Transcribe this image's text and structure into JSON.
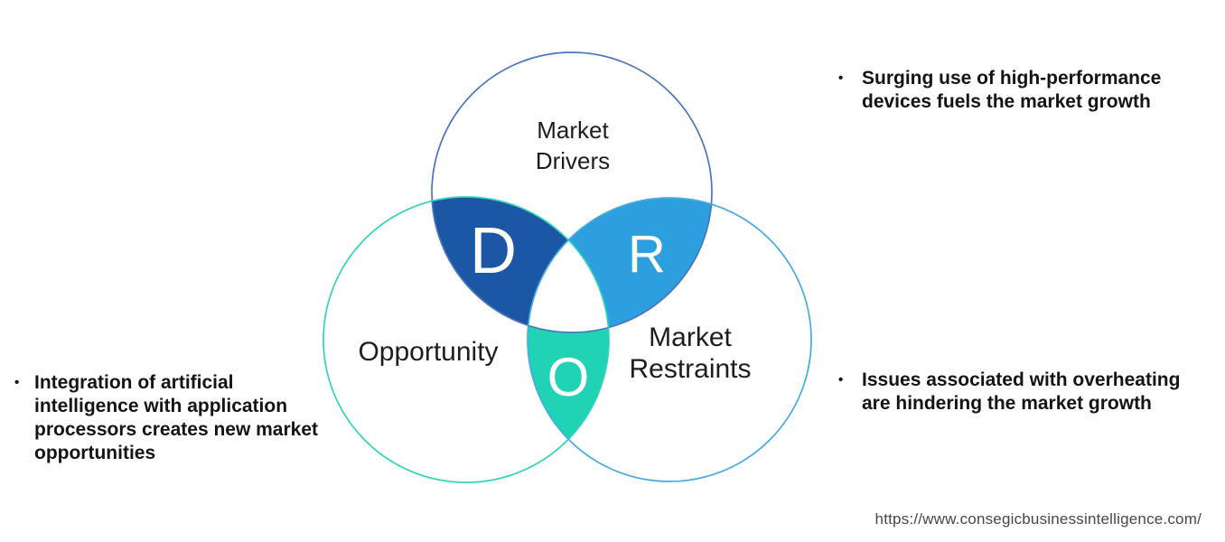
{
  "venn": {
    "drivers": {
      "label": "Market\nDrivers"
    },
    "opportunity": {
      "label": "Opportunity"
    },
    "restraints": {
      "label": "Market\nRestraints"
    },
    "intersections": {
      "d": {
        "letter": "D"
      },
      "r": {
        "letter": "R"
      },
      "o": {
        "letter": "O"
      }
    },
    "colors": {
      "drivers_stroke": "#4a74bd",
      "opportunity_stroke": "#30d5b8",
      "restraints_stroke": "#47abe1",
      "d_fill": "#1c57a5",
      "r_fill": "#2d9ede",
      "o_fill": "#1fd3b4",
      "center_fill": "#ffffff"
    }
  },
  "bullets": {
    "marker": "•",
    "left": {
      "text": "Integration of artificial\nintelligence with application\nprocessors creates new market\nopportunities"
    },
    "top_right": {
      "text": "Surging use of high-performance\ndevices fuels the market growth"
    },
    "bottom_right": {
      "text": "Issues associated with overheating\nare hindering the market growth"
    }
  },
  "footer": {
    "url": "https://www.consegicbusinessintelligence.com/"
  }
}
